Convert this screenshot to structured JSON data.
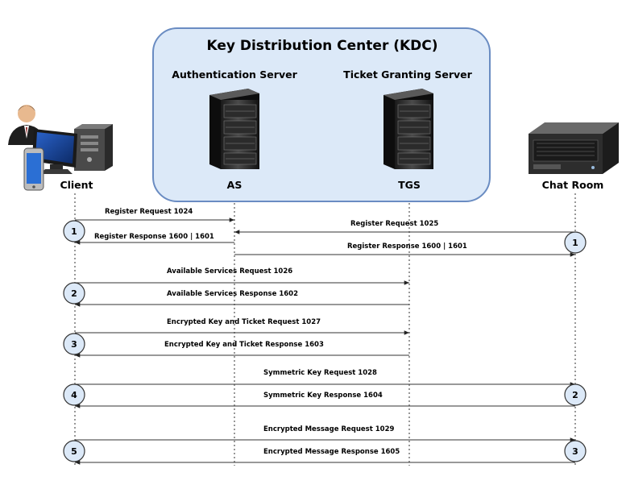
{
  "kdc": {
    "title": "Key Distribution Center (KDC)",
    "auth_server_label": "Authentication Server",
    "tgs_server_label": "Ticket Granting Server",
    "fill_color": "#dce9f8",
    "border_color": "#6a8cc2"
  },
  "participants": [
    {
      "id": "client",
      "label": "Client",
      "icon": "client-computer-icon"
    },
    {
      "id": "as",
      "label": "AS",
      "icon": "server-rack-icon"
    },
    {
      "id": "tgs",
      "label": "TGS",
      "icon": "server-rack-icon"
    },
    {
      "id": "chat",
      "label": "Chat Room",
      "icon": "rack-server-icon"
    }
  ],
  "messages": [
    {
      "label": "Register Request 1024",
      "from": "client",
      "to": "as"
    },
    {
      "label": "Register Request 1025",
      "from": "chat",
      "to": "as"
    },
    {
      "label": "Register Response 1600 | 1601",
      "from": "as",
      "to": "client"
    },
    {
      "label": "Register Response 1600 | 1601",
      "from": "as",
      "to": "chat"
    },
    {
      "label": "Available Services Request 1026",
      "from": "client",
      "to": "tgs"
    },
    {
      "label": "Available Services Response 1602",
      "from": "tgs",
      "to": "client"
    },
    {
      "label": "Encrypted Key and Ticket Request 1027",
      "from": "client",
      "to": "tgs"
    },
    {
      "label": "Encrypted Key and Ticket Response 1603",
      "from": "tgs",
      "to": "client"
    },
    {
      "label": "Symmetric Key Request 1028",
      "from": "client",
      "to": "chat"
    },
    {
      "label": "Symmetric Key Response 1604",
      "from": "chat",
      "to": "client"
    },
    {
      "label": "Encrypted Message Request 1029",
      "from": "client",
      "to": "chat"
    },
    {
      "label": "Encrypted Message Response 1605",
      "from": "chat",
      "to": "client"
    }
  ],
  "steps": [
    {
      "number": "1",
      "side": "client"
    },
    {
      "number": "1",
      "side": "chat"
    },
    {
      "number": "2",
      "side": "client"
    },
    {
      "number": "3",
      "side": "client"
    },
    {
      "number": "4",
      "side": "client"
    },
    {
      "number": "2",
      "side": "chat"
    },
    {
      "number": "5",
      "side": "client"
    },
    {
      "number": "3",
      "side": "chat"
    }
  ]
}
